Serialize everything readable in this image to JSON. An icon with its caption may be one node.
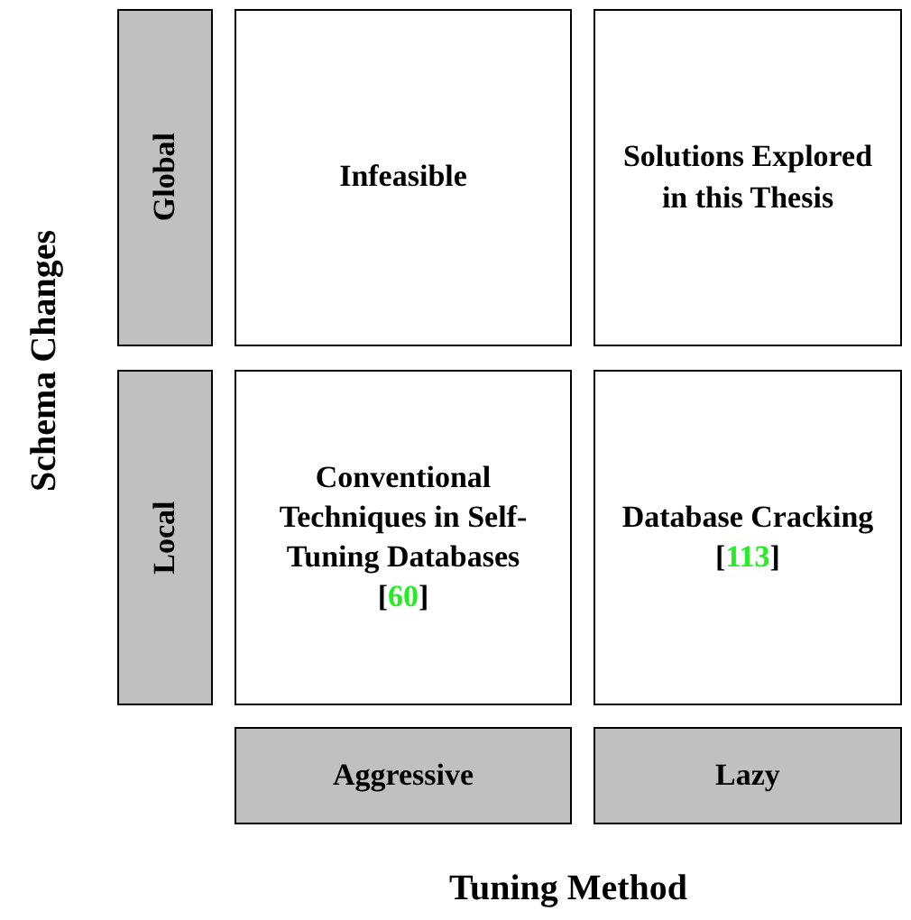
{
  "diagram": {
    "nodes": [
      {
        "text": [
          "Global"
        ]
      },
      {
        "text": [
          "Local"
        ]
      },
      {
        "text": [
          "Infeasible"
        ]
      },
      {
        "text": [
          "Solutions Explored in this Thesis"
        ]
      },
      {
        "text": [
          "Conventional Techniques in Self-Tuning Databases [60]"
        ]
      },
      {
        "text": [
          "Database Cracking [113]"
        ]
      },
      {
        "text": [
          "Aggressive"
        ]
      },
      {
        "text": [
          "Lazy"
        ]
      }
    ],
    "labels": [
      "Schema Changes",
      "Tuning Method"
    ]
  }
}
